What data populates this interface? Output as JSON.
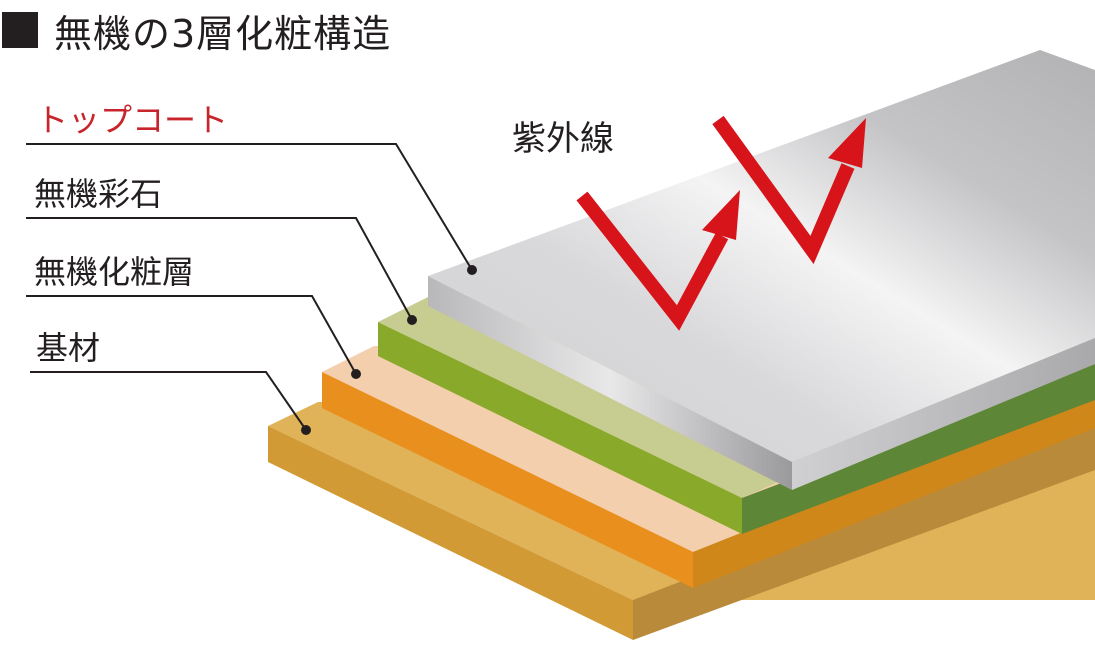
{
  "title": {
    "mark_icon": "black-square-icon",
    "text": "無機の3層化粧構造"
  },
  "labels": {
    "top_coat": "トップコート",
    "inorganic_stone": "無機彩石",
    "inorganic_layer": "無機化粧層",
    "substrate": "基材",
    "uv": "紫外線"
  },
  "colors": {
    "title_text": "#231f20",
    "top_coat_label": "#c8242b",
    "label_text": "#231f20",
    "uv_arrow": "#d7141a",
    "top_coat_layer": "#c8c8ca",
    "stone_layer": "#c7cc91",
    "stone_edge": "#89a92a",
    "inorganic_layer": "#f3cfad",
    "inorganic_edge": "#e98f1d",
    "substrate_layer": "#e0b358",
    "substrate_edge": "#d4952e"
  },
  "icons": {
    "uv_arrows": "zigzag-arrow-icon",
    "leader_dot": "dot-icon"
  }
}
